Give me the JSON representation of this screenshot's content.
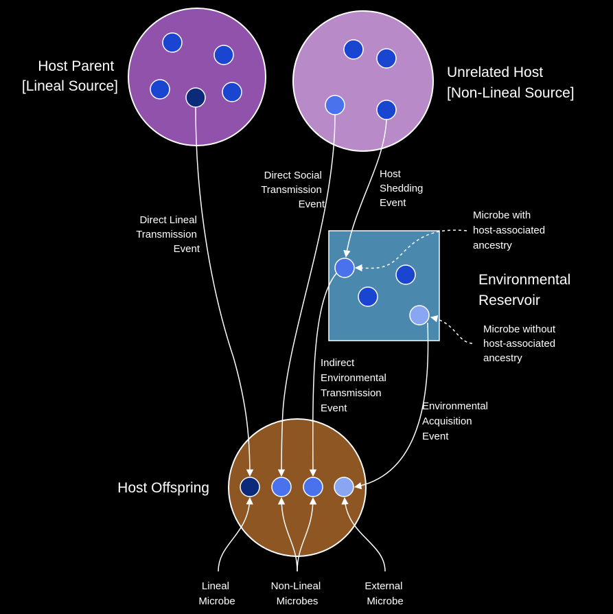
{
  "colors": {
    "background": "#000000",
    "host_parent": "#9152ab",
    "unrelated_host": "#b88ac8",
    "environmental_reservoir": "#4a88ad",
    "host_offspring": "#8e5623",
    "microbe_standard": "#1a45d0",
    "microbe_lineal": "#0c2a7a",
    "microbe_nonlineal": "#4a72ec",
    "microbe_external": "#88a6f2"
  },
  "labels": {
    "host_parent": [
      "Host Parent",
      "[Lineal Source]"
    ],
    "unrelated_host": [
      "Unrelated Host",
      "[Non-Lineal Source]"
    ],
    "environmental_reservoir": [
      "Environmental",
      "Reservoir"
    ],
    "host_offspring": "Host Offspring",
    "direct_lineal": [
      "Direct Lineal",
      "Transmission",
      "Event"
    ],
    "direct_social": [
      "Direct Social",
      "Transmission",
      "Event"
    ],
    "host_shedding": [
      "Host",
      "Shedding",
      "Event"
    ],
    "microbe_with": [
      "Microbe with",
      "host-associated",
      "ancestry"
    ],
    "microbe_without": [
      "Microbe without",
      "host-associated",
      "ancestry"
    ],
    "indirect_env": [
      "Indirect",
      "Environmental",
      "Transmission",
      "Event"
    ],
    "env_acquisition": [
      "Environmental",
      "Acquisition",
      "Event"
    ],
    "lineal_microbe": [
      "Lineal",
      "Microbe"
    ],
    "nonlineal_microbes": [
      "Non-Lineal",
      "Microbes"
    ],
    "external_microbe": [
      "External",
      "Microbe"
    ]
  }
}
